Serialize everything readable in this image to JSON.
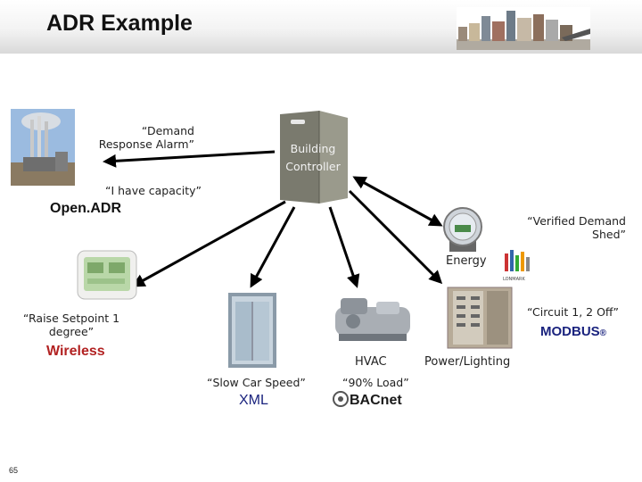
{
  "title": "ADR Example",
  "page_number": "65",
  "labels": {
    "demand_response_alarm": "“Demand Response Alarm”",
    "building_controller": "Building Controller",
    "i_have_capacity": "“I have capacity”",
    "verified_demand_shed": "“Verified Demand Shed”",
    "energy": "Energy",
    "circuit_off": "“Circuit 1, 2 Off”",
    "raise_setpoint": "“Raise Setpoint 1 degree”",
    "hvac": "HVAC",
    "power_lighting": "Power/Lighting",
    "slow_car_speed": "“Slow Car Speed”",
    "ninety_load": "“90% Load”"
  },
  "protocols": {
    "openadr": "Open.ADR",
    "wireless": "Wireless",
    "modbus": "MODBUS",
    "xml": "XML",
    "bacnet": "BACnet",
    "lonmark": "LONMARK"
  },
  "colors": {
    "wireless": "#b22222",
    "modbus": "#1a237e",
    "xml": "#1a237e",
    "arrow": "#000000"
  }
}
